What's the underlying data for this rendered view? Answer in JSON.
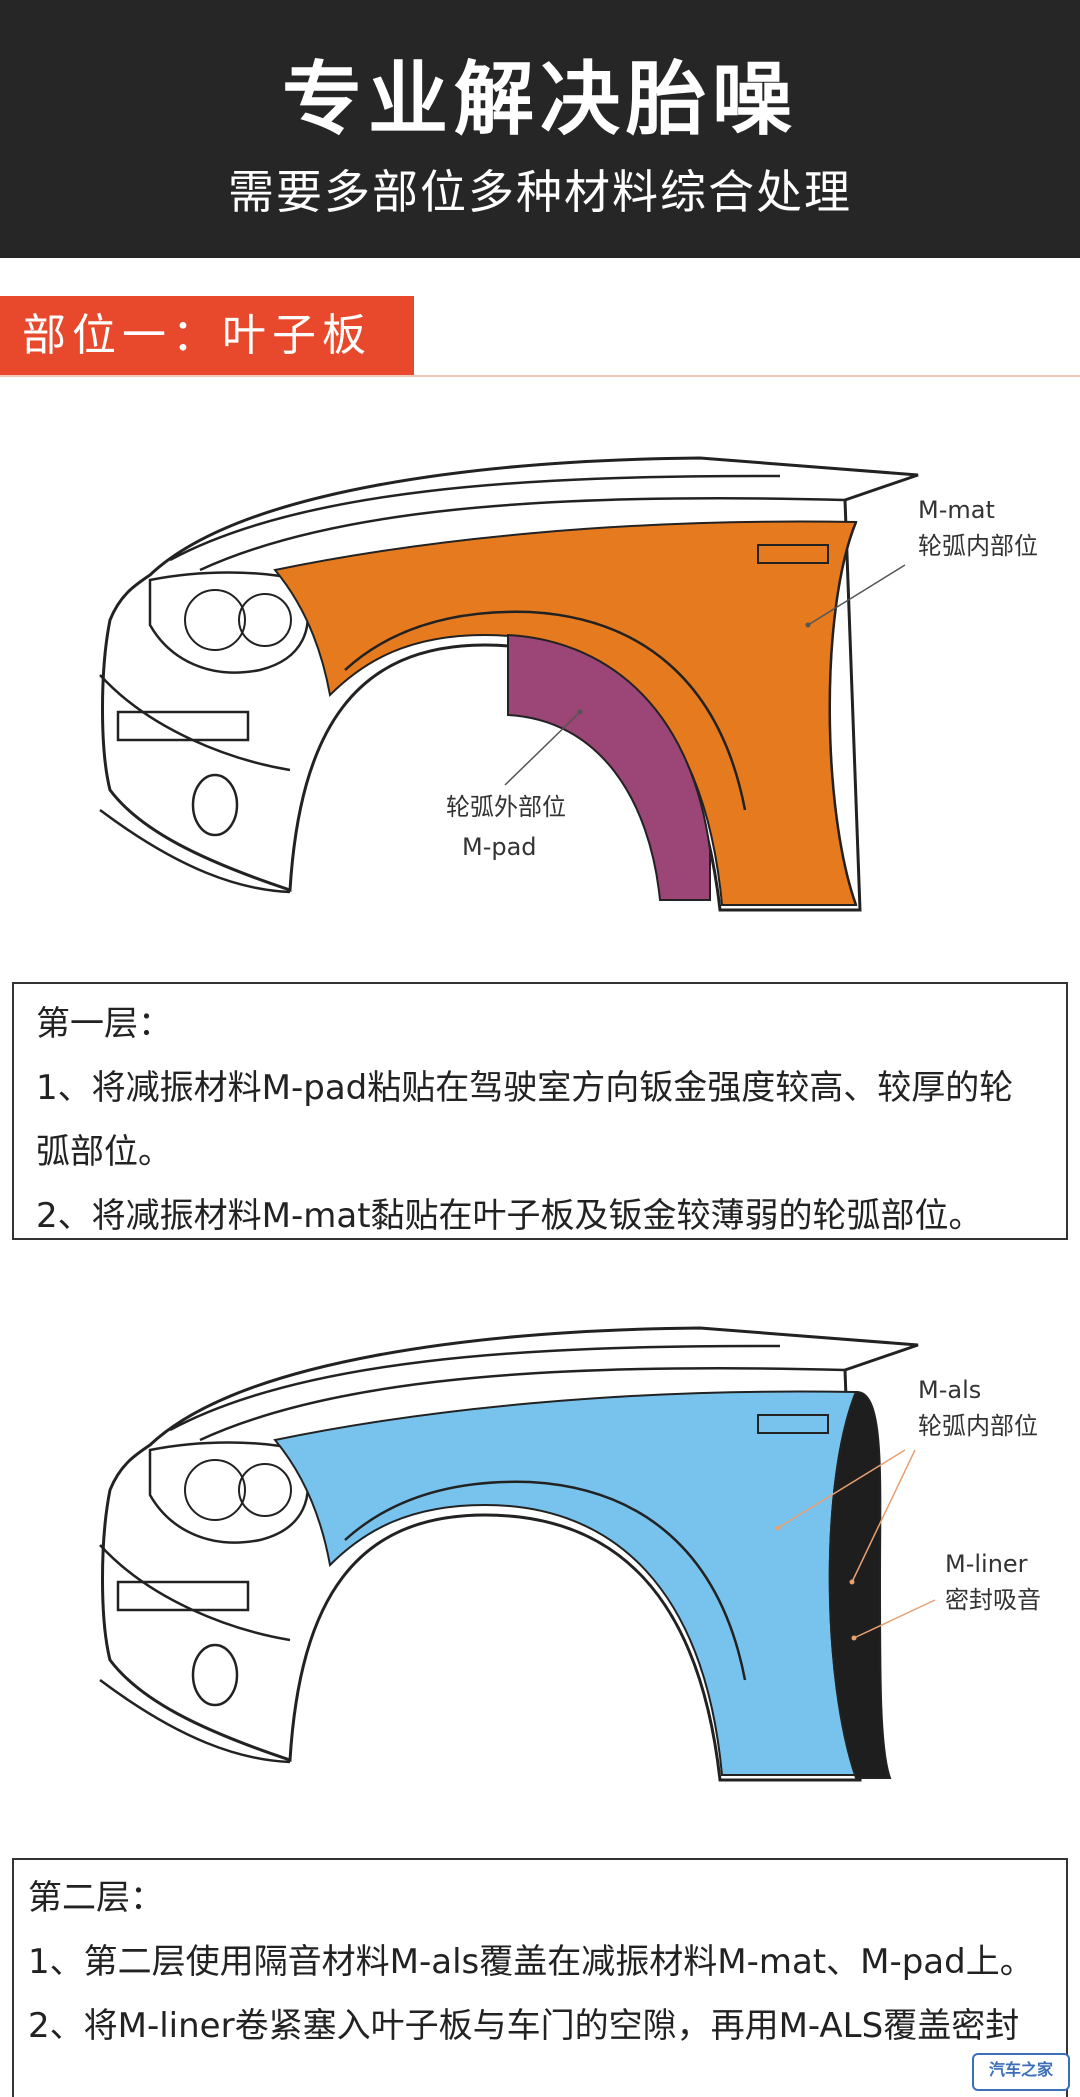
{
  "header": {
    "title": "专业解决胎噪",
    "subtitle": "需要多部位多种材料综合处理"
  },
  "section": {
    "label": "部位一：叶子板"
  },
  "diagram1": {
    "colors": {
      "mat": "#e67a1e",
      "pad": "#9c4577"
    },
    "label_mat_name": "M-mat",
    "label_mat_pos": "轮弧内部位",
    "label_pad_pos": "轮弧外部位",
    "label_pad_name": "M-pad"
  },
  "layer1": {
    "heading": "第一层：",
    "line1": "1、将减振材料M-pad粘贴在驾驶室方向钣金强度较高、较厚的轮弧部位。",
    "line2": "2、将减振材料M-mat黏贴在叶子板及钣金较薄弱的轮弧部位。"
  },
  "diagram2": {
    "colors": {
      "als": "#78c3ee",
      "liner": "#1e1e1e"
    },
    "label_als_name": "M-als",
    "label_als_pos": "轮弧内部位",
    "label_liner_name": "M-liner",
    "label_liner_pos": "密封吸音"
  },
  "layer2": {
    "heading": "第二层：",
    "line1": "1、第二层使用隔音材料M-als覆盖在减振材料M-mat、M-pad上。",
    "line2": "2、将M-liner卷紧塞入叶子板与车门的空隙，再用M-ALS覆盖密封"
  },
  "watermark": {
    "text": "汽车之家"
  }
}
